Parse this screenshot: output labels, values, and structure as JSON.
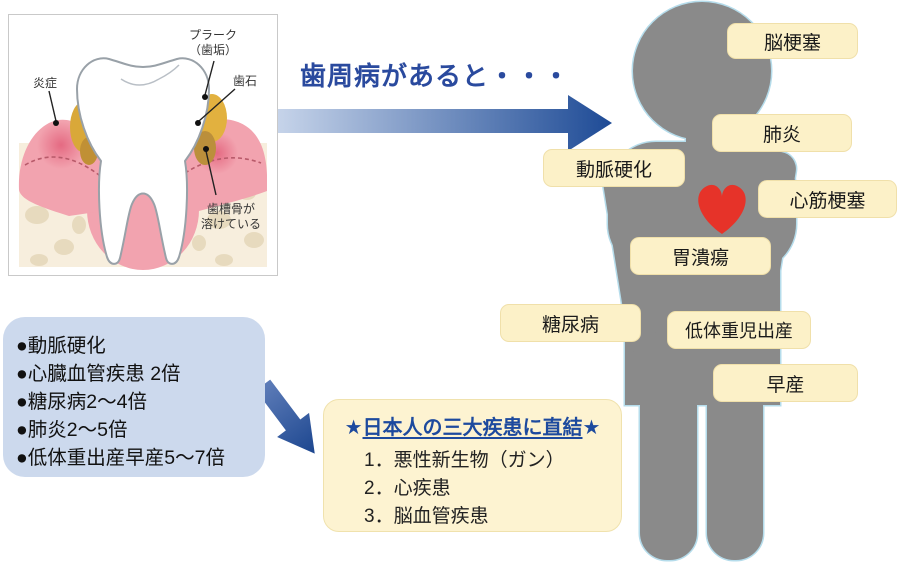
{
  "colors": {
    "arrow_gradient_start": "#c9d6eb",
    "arrow_gradient_end": "#1e4b96",
    "caption_blue": "#2a4a9e",
    "person_gray": "#8a8a8a",
    "person_outline": "#b5dceb",
    "heart_red": "#e63329",
    "tag_background": "#fcf1c8",
    "risk_box_background": "#ccd9ed",
    "three_box_background": "#fdf3d1",
    "gum_pink": "#f2a3af",
    "plaque_gold": "#d9a839",
    "bone_cream": "#f7eedd"
  },
  "tooth_panel": {
    "labels": {
      "plaque_line1": "プラーク",
      "plaque_line2": "（歯垢）",
      "tartar": "歯石",
      "inflammation": "炎症",
      "bone_loss_line1": "歯槽骨が",
      "bone_loss_line2": "溶けている"
    }
  },
  "arrow_caption": "歯周病があると・・・",
  "diseases": [
    "脳梗塞",
    "肺炎",
    "動脈硬化",
    "心筋梗塞",
    "胃潰瘍",
    "糖尿病",
    "低体重児出産",
    "早産"
  ],
  "risk_box": {
    "items": [
      "●動脈硬化",
      "●心臓血管疾患 2倍",
      "●糖尿病2〜4倍",
      "●肺炎2〜5倍",
      "●低体重出産早産5〜7倍"
    ]
  },
  "three_box": {
    "star": "★",
    "title": "日本人の三大疾患に直結",
    "items": [
      "1．悪性新生物（ガン）",
      "2．心疾患",
      "3．脳血管疾患"
    ]
  }
}
